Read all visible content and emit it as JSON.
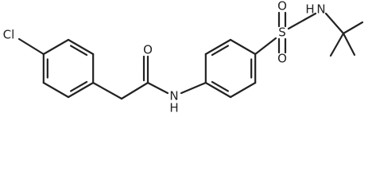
{
  "molecule": {
    "labels": {
      "chlorine": "Cl",
      "carbonyl_oxygen": "O",
      "amide_nitrogen": "N",
      "amide_hydrogen": "H",
      "sulfur": "S",
      "sulfonyl_oxygen_top": "O",
      "sulfonyl_oxygen_bottom": "O",
      "sulfonamide_nitrogen": "N",
      "sulfonamide_hydrogen": "H"
    }
  },
  "colors": {
    "bond": "#222222",
    "text": "#222222",
    "background": "#ffffff"
  }
}
